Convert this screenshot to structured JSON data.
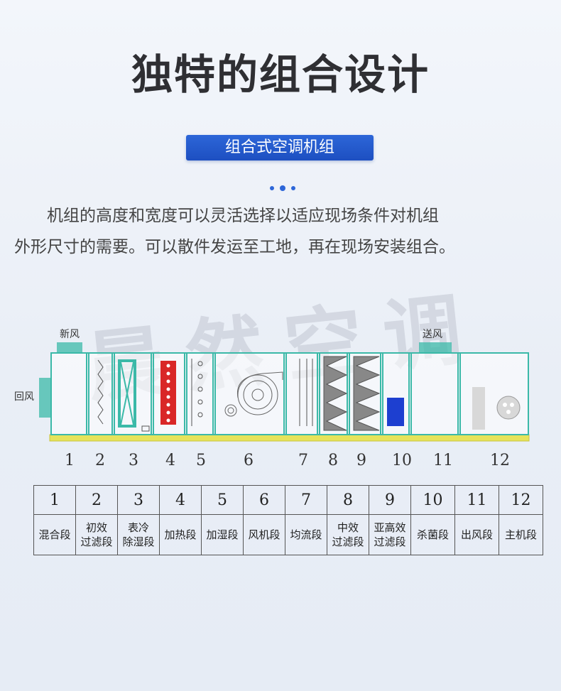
{
  "heading": {
    "title": "独特的组合设计",
    "badge": "组合式空调机组"
  },
  "description": {
    "line1": "机组的高度和宽度可以灵活选择以适应现场条件对机组",
    "line2": "外形尺寸的需要。可以散件发运至工地，再在现场安装组合。"
  },
  "watermark": "晨然空调",
  "diagram": {
    "labels": {
      "fresh_air": "新风",
      "supply_air": "送风",
      "return_air": "回风"
    },
    "section_numbers": [
      "1",
      "2",
      "3",
      "4",
      "5",
      "6",
      "7",
      "8",
      "9",
      "10",
      "11",
      "12"
    ]
  },
  "legend": {
    "numbers": [
      "1",
      "2",
      "3",
      "4",
      "5",
      "6",
      "7",
      "8",
      "9",
      "10",
      "11",
      "12"
    ],
    "names": [
      [
        "混合段"
      ],
      [
        "初效",
        "过滤段"
      ],
      [
        "表冷",
        "除湿段"
      ],
      [
        "加热段"
      ],
      [
        "加湿段"
      ],
      [
        "风机段"
      ],
      [
        "均流段"
      ],
      [
        "中效",
        "过滤段"
      ],
      [
        "亚高效",
        "过滤段"
      ],
      [
        "杀菌段"
      ],
      [
        "出风段"
      ],
      [
        "主机段"
      ]
    ]
  },
  "colors": {
    "accent": "#2d66d8",
    "frame": "#3bb9a8",
    "base": "#e6e35a",
    "heater": "#d92727",
    "sterilizer": "#1d3fd0"
  }
}
